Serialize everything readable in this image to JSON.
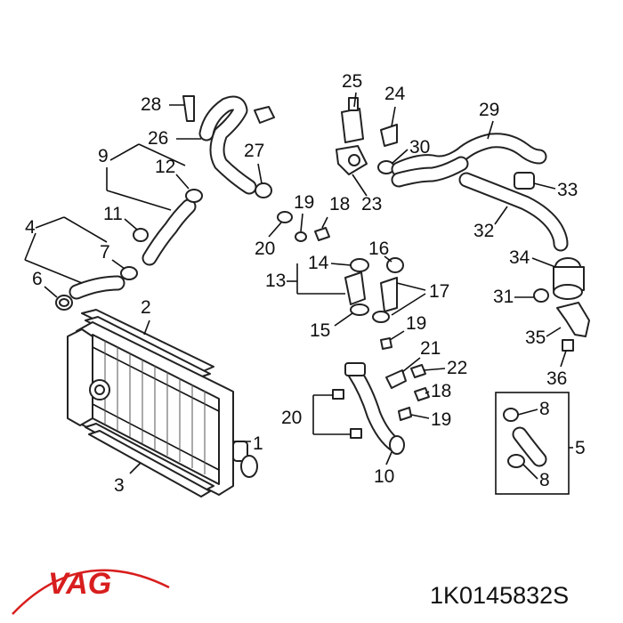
{
  "callouts": {
    "c1": "1",
    "c2": "2",
    "c3": "3",
    "c4": "4",
    "c5": "5",
    "c6": "6",
    "c7": "7",
    "c8a": "8",
    "c8b": "8",
    "c9": "9",
    "c10": "10",
    "c11": "11",
    "c12": "12",
    "c13": "13",
    "c14": "14",
    "c15": "15",
    "c16": "16",
    "c17": "17",
    "c18a": "18",
    "c18b": "18",
    "c19a": "19",
    "c19b": "19",
    "c19c": "19",
    "c20a": "20",
    "c20b": "20",
    "c21": "21",
    "c22": "22",
    "c23": "23",
    "c24": "24",
    "c25": "25",
    "c26": "26",
    "c27": "27",
    "c28": "28",
    "c29": "29",
    "c30": "30",
    "c31": "31",
    "c32": "32",
    "c33": "33",
    "c34": "34",
    "c35": "35",
    "c36": "36"
  },
  "brand": {
    "name": "VAG",
    "color": "#d81e1e"
  },
  "part_number": "1K0145832S"
}
